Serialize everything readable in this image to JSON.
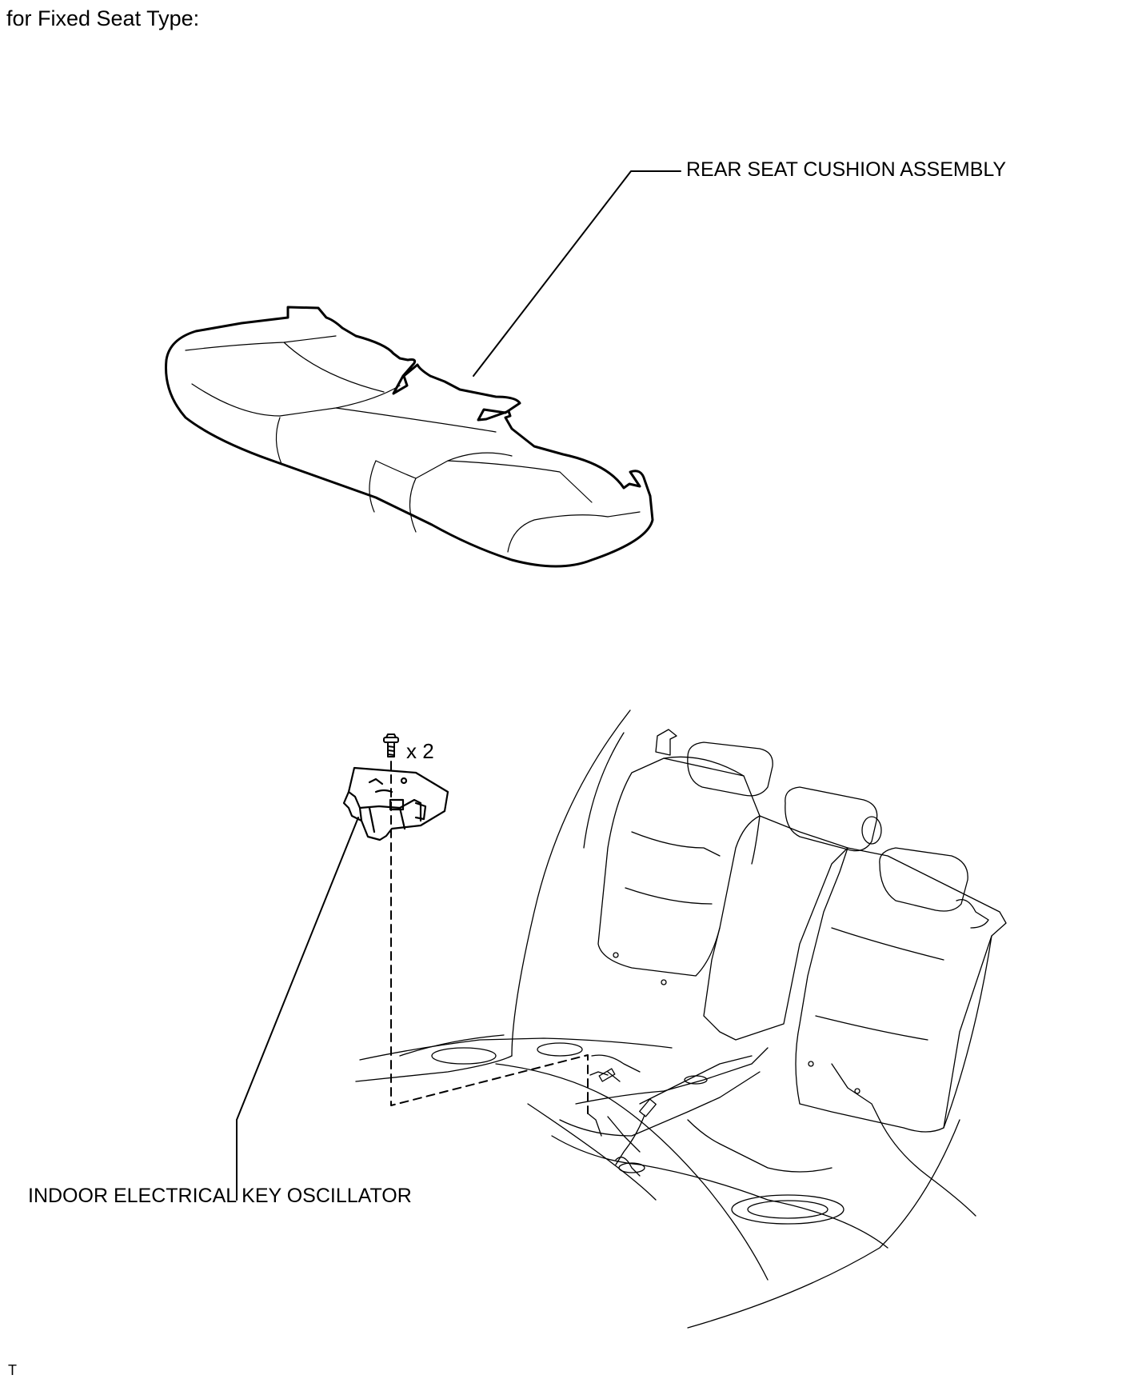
{
  "heading": "for Fixed Seat Type:",
  "labels": {
    "cushion": "REAR SEAT CUSHION ASSEMBLY",
    "oscillator": "INDOOR ELECTRICAL KEY OSCILLATOR",
    "bolt_qty": "x 2"
  },
  "ref_code": "T"
}
